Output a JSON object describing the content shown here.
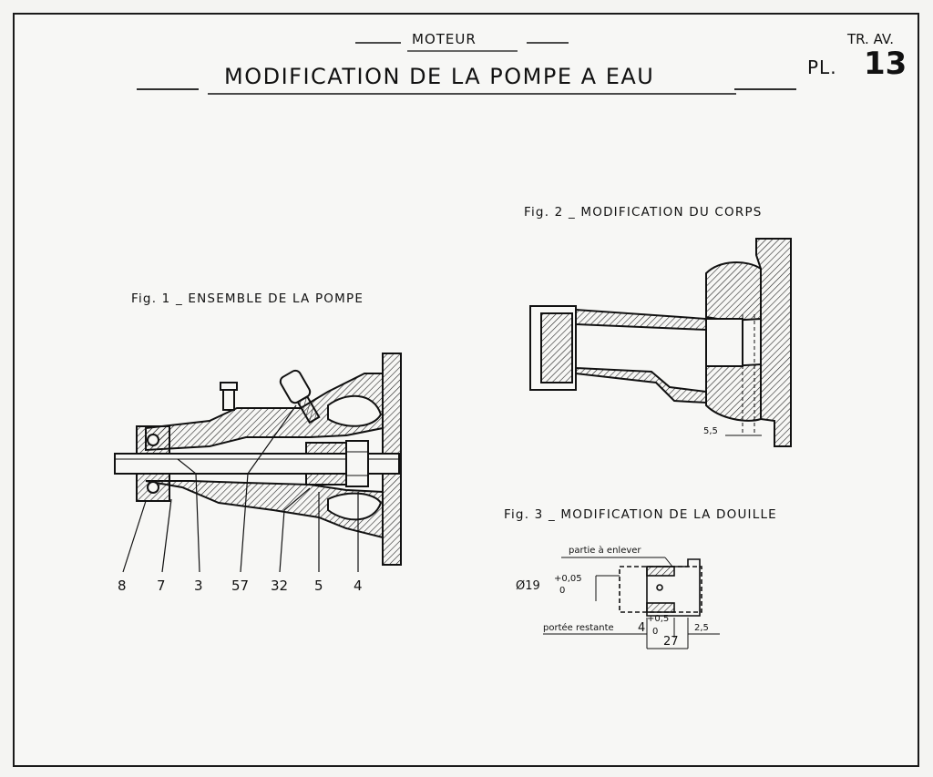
{
  "header": {
    "section": "MOTEUR",
    "title": "MODIFICATION DE LA POMPE A EAU",
    "chapter": "TR. AV.",
    "plate_prefix": "PL.",
    "plate_number": "13"
  },
  "figures": {
    "fig1": {
      "caption": "Fig. 1 _ ENSEMBLE DE LA POMPE",
      "callouts": [
        "8",
        "7",
        "3",
        "57",
        "32",
        "5",
        "4"
      ]
    },
    "fig2": {
      "caption": "Fig. 2 _ MODIFICATION DU CORPS",
      "dimension": "5,5"
    },
    "fig3": {
      "caption": "Fig. 3 _ MODIFICATION DE LA DOUILLE",
      "label_remove": "partie à enlever",
      "label_remaining": "portée restante",
      "diameter": "Ø19",
      "diameter_tol_upper": "+0,05",
      "diameter_tol_lower": "0",
      "remaining_value": "4",
      "remaining_tol_upper": "+0,5",
      "remaining_tol_lower": "0",
      "length": "27",
      "offset": "2,5"
    }
  }
}
